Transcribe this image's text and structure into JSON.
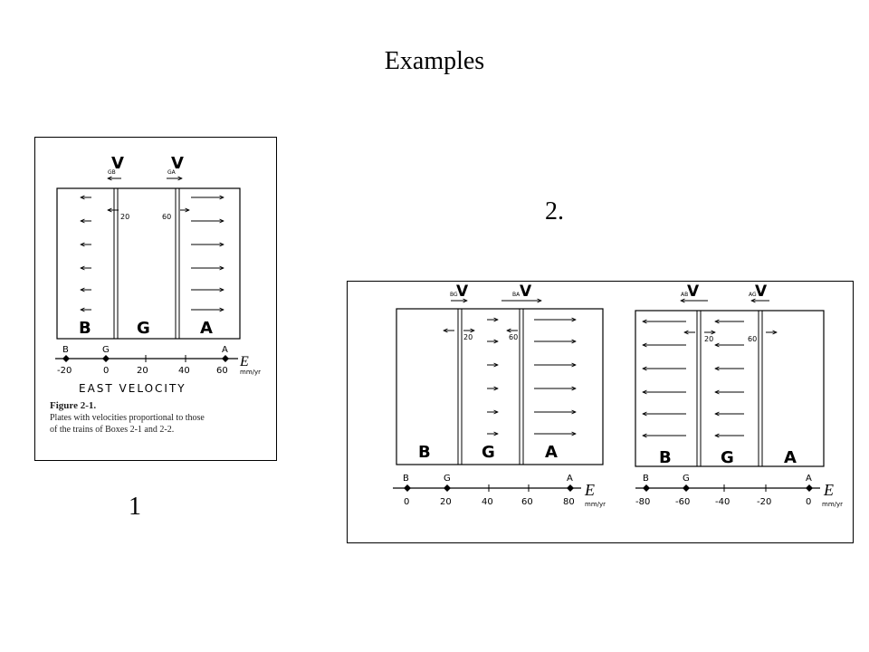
{
  "slide": {
    "title": "Examples",
    "label_1": "1",
    "label_2": "2."
  },
  "figure1": {
    "velocity_symbol": "V",
    "v_left_sub": "GB",
    "v_right_sub": "GA",
    "plate_left": "B",
    "plate_mid": "G",
    "plate_right": "A",
    "boundary_left_value": "20",
    "boundary_right_value": "60",
    "axis_label": "E",
    "axis_unit": "mm/yr",
    "axis_title": "EAST VELOCITY",
    "axis_point_labels": [
      "B",
      "G",
      "A"
    ],
    "axis_ticks": [
      "-20",
      "0",
      "20",
      "40",
      "60"
    ],
    "caption_heading": "Figure 2-1.",
    "caption_line1": "Plates with velocities proportional to those",
    "caption_line2": "of the trains of Boxes 2-1 and 2-2."
  },
  "figure2a": {
    "velocity_symbol": "V",
    "v_left_sub": "BG",
    "v_right_sub": "BA",
    "plate_left": "B",
    "plate_mid": "G",
    "plate_right": "A",
    "boundary_left_value": "20",
    "boundary_right_value": "60",
    "axis_label": "E",
    "axis_unit": "mm/yr",
    "axis_point_labels": [
      "B",
      "G",
      "A"
    ],
    "axis_ticks": [
      "0",
      "20",
      "40",
      "60",
      "80"
    ]
  },
  "figure2b": {
    "velocity_symbol": "V",
    "v_left_sub": "AB",
    "v_right_sub": "AG",
    "plate_left": "B",
    "plate_mid": "G",
    "plate_right": "A",
    "boundary_left_value": "20",
    "boundary_right_value": "60",
    "axis_label": "E",
    "axis_unit": "mm/yr",
    "axis_point_labels": [
      "B",
      "G",
      "A"
    ],
    "axis_ticks": [
      "-80",
      "-60",
      "-40",
      "-20",
      "0"
    ]
  }
}
